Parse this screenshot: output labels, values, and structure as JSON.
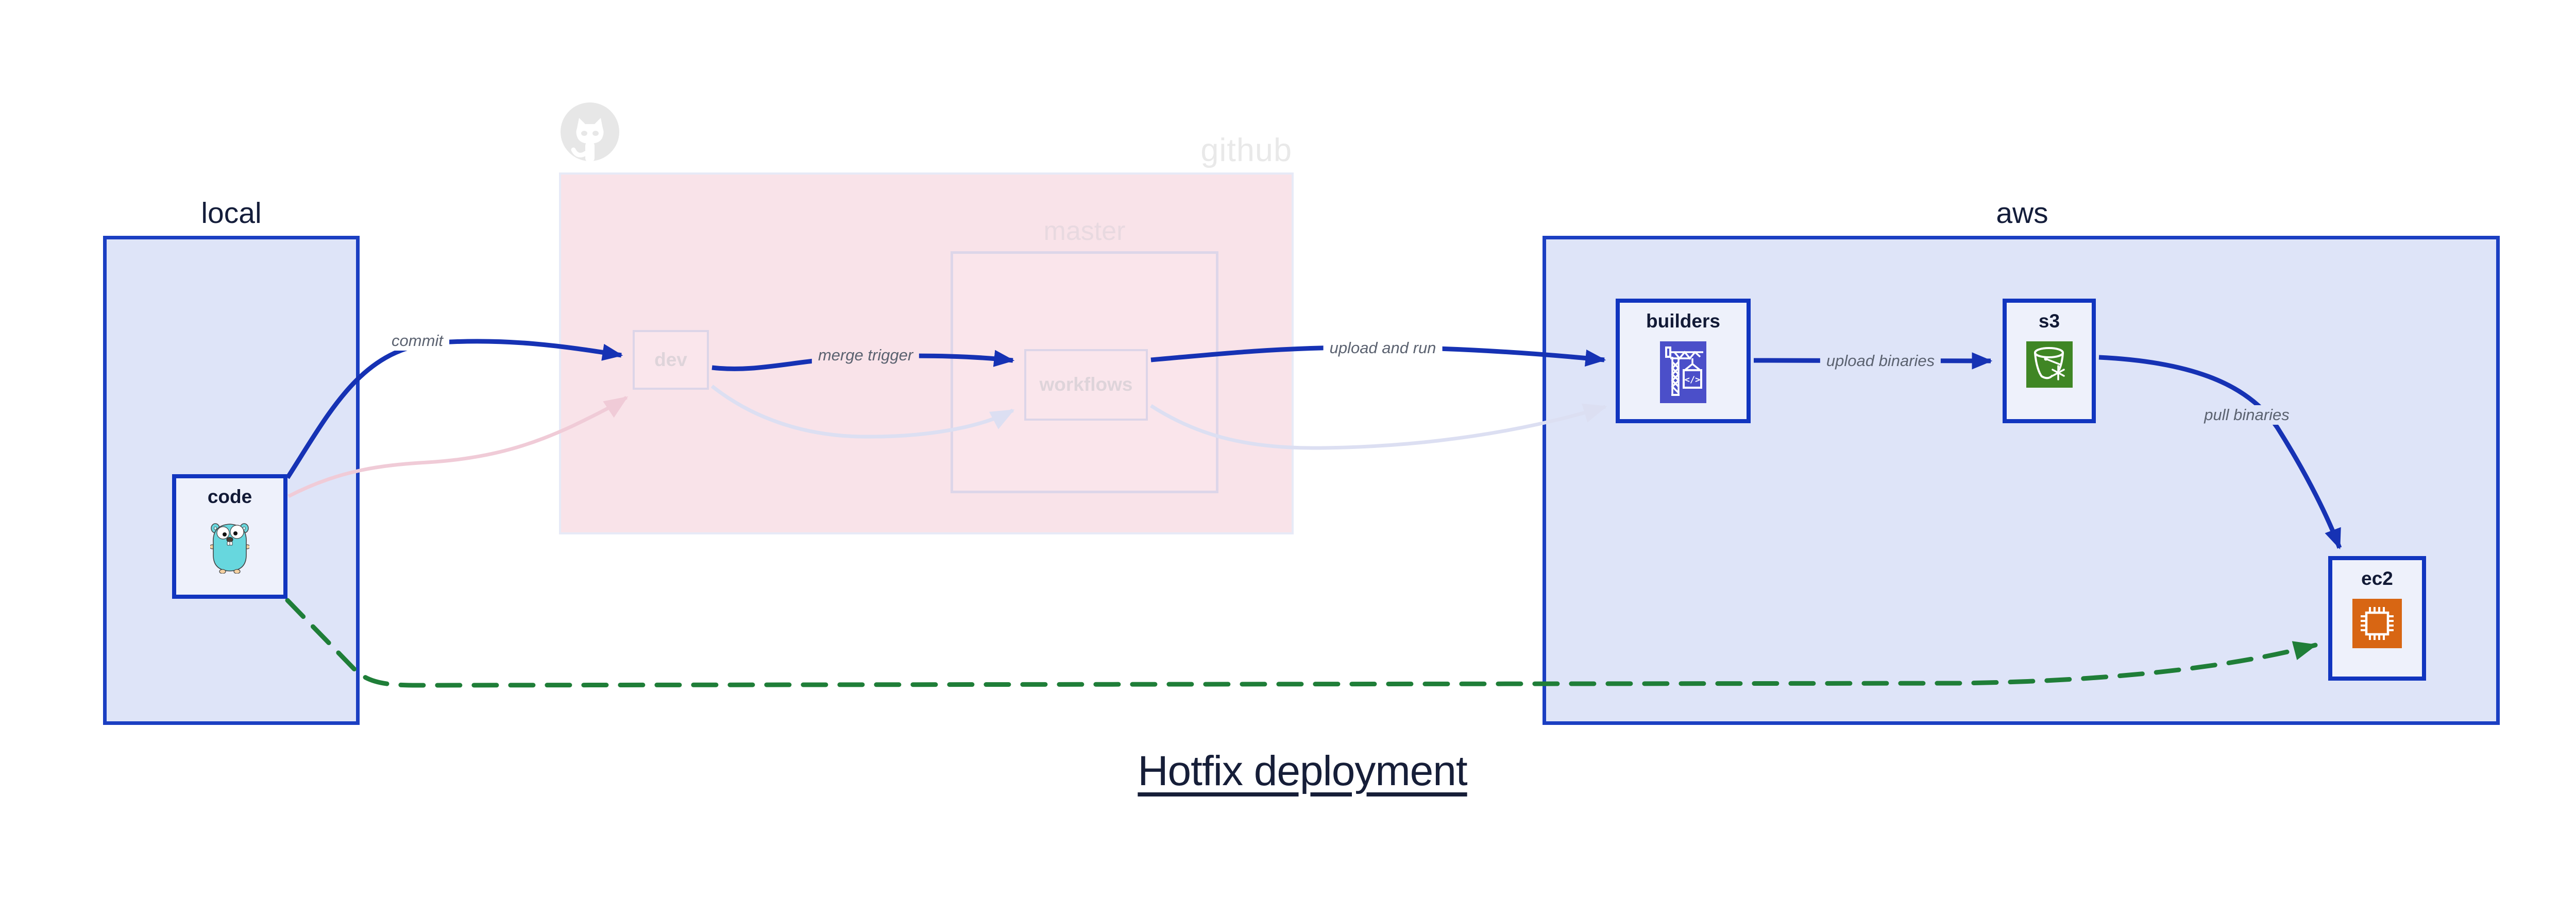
{
  "title": {
    "label": "Hotfix deployment"
  },
  "regions": {
    "local": {
      "label": "local"
    },
    "github": {
      "label": "github"
    },
    "master": {
      "label": "master"
    },
    "aws": {
      "label": "aws"
    }
  },
  "nodes": {
    "code": {
      "label": "code",
      "icon": "go-gopher-icon"
    },
    "dev": {
      "label": "dev"
    },
    "workflows": {
      "label": "workflows"
    },
    "builders": {
      "label": "builders",
      "icon": "aws-codebuild-crane-icon",
      "icon_glyph": "</>"
    },
    "s3": {
      "label": "s3",
      "icon": "aws-s3-bucket-snowflake-icon"
    },
    "ec2": {
      "label": "ec2",
      "icon": "aws-ec2-chip-icon"
    }
  },
  "edges": {
    "commit": {
      "label": "commit"
    },
    "merge_trigger": {
      "label": "merge trigger"
    },
    "upload_and_run": {
      "label": "upload and run"
    },
    "upload_binaries": {
      "label": "upload binaries"
    },
    "pull_binaries": {
      "label": "pull binaries"
    }
  },
  "decorations": {
    "octocat": "github-octocat-icon"
  },
  "colors": {
    "edge_blue": "#1632b4",
    "hotfix_green": "#1f7e38",
    "region_border_blue": "#1b3fc2",
    "node_border_blue": "#1135bf",
    "region_fill": "#dee4f8",
    "node_fill": "#eef1fb",
    "github_pink": "#f9e3e9",
    "faded_pink_edge": "#f0cbd7",
    "faded_lavender_edge": "#dcdff2",
    "codebuild_indigo": "#4b4fc9",
    "s3_green": "#3f8624",
    "ec2_orange": "#d86613",
    "gopher_teal": "#67d7de",
    "text_dark": "#141d3a",
    "edge_label_gray": "#5b6270",
    "octocat_gray": "#e7e7e7"
  }
}
